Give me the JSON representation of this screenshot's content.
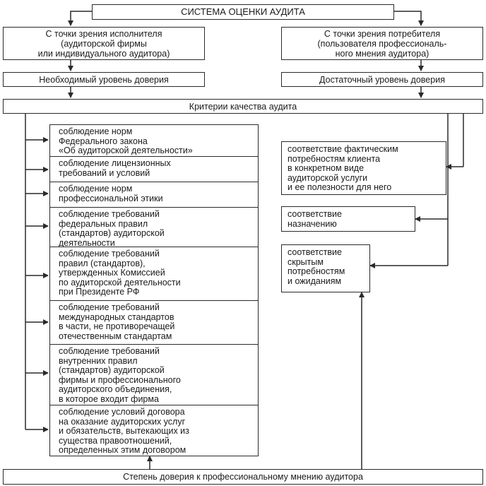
{
  "title": "СИСТЕМА ОЦЕНКИ АУДИТА",
  "left_view": "С точки зрения исполнителя\n(аудиторской фирмы\nили индивидуального аудитора)",
  "right_view": "С точки зрения потребителя\n(пользователя профессиональ-\nного мнения аудитора)",
  "left_level": "Необходимый уровень доверия",
  "right_level": "Достаточный уровень доверия",
  "criteria_header": "Критерии качества аудита",
  "left_criteria": [
    "соблюдение норм\nФедерального закона\n«Об аудиторской деятельности»",
    "соблюдение лицензионных\nтребований и условий",
    "соблюдение норм\nпрофессиональной этики",
    "соблюдение требований\nфедеральных правил\n(стандартов) аудиторской\nдеятельности",
    "соблюдение требований\nправил (стандартов),\nутвержденных Комиссией\nпо аудиторской деятельности\nпри Президенте РФ",
    "соблюдение требований\nмеждународных стандартов\nв части, не противоречащей\nотечественным стандартам",
    "соблюдение требований\nвнутренних правил\n(стандартов) аудиторской\nфирмы и профессионального\nаудиторского объединения,\nв которое входит фирма",
    "соблюдение условий договора\nна оказание аудиторских услуг\nи обязательств, вытекающих из\nсущества правоотношений,\nопределенных этим договором"
  ],
  "right_criteria": [
    "соответствие фактическим\nпотребностям клиента\nв конкретном виде\nаудиторской услуги\nи ее полезности для него",
    "соответствие\nназначению",
    "соответствие\nскрытым\nпотребностям\nи ожиданиям"
  ],
  "footer": "Степень доверия к профессиональному мнению аудитора"
}
